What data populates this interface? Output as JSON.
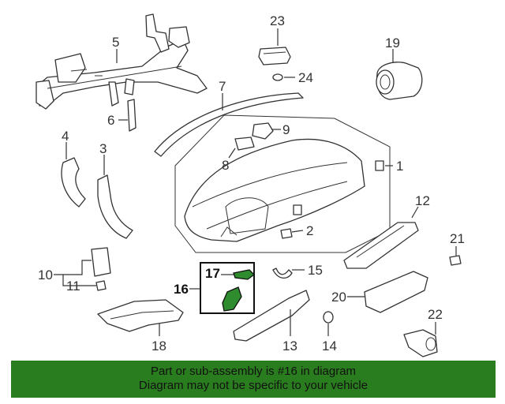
{
  "callouts": {
    "c1": "1",
    "c2": "2",
    "c3": "3",
    "c4": "4",
    "c5": "5",
    "c6": "6",
    "c7": "7",
    "c8": "8",
    "c9": "9",
    "c10": "10",
    "c11": "11",
    "c12": "12",
    "c13": "13",
    "c14": "14",
    "c15": "15",
    "c16": "16",
    "c17": "17",
    "c18": "18",
    "c19": "19",
    "c20": "20",
    "c21": "21",
    "c22": "22",
    "c23": "23",
    "c24": "24"
  },
  "banner": {
    "line1": "Part or sub-assembly is #16 in diagram",
    "line2": "Diagram may not be specific to your vehicle"
  },
  "colors": {
    "highlight": "#2e8b2e",
    "banner_bg": "#2a7d1e"
  }
}
